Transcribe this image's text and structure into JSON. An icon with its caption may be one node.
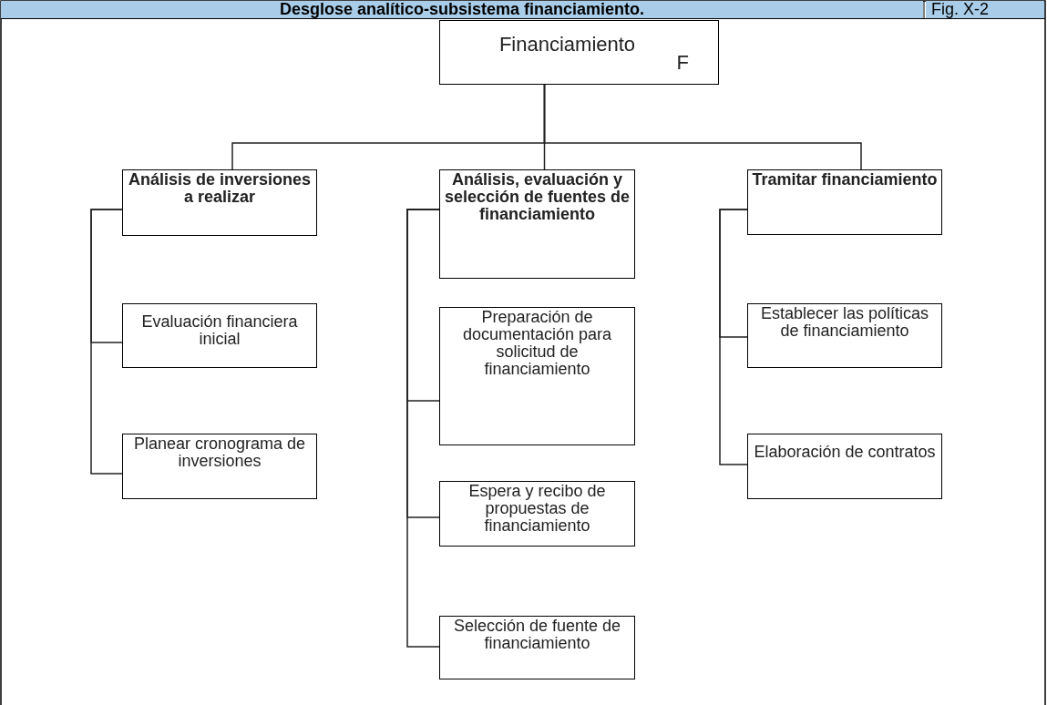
{
  "diagram": {
    "title": "Desglose analítico-subsistema financiamiento.",
    "nodes": [
      {
        "text": [
          "Financiamiento",
          "F"
        ]
      },
      {
        "text": [
          "Análisis de inversiones a realizar"
        ]
      },
      {
        "text": [
          "Evaluación financiera inicial"
        ]
      },
      {
        "text": [
          "Planear cronograma de inversiones"
        ]
      },
      {
        "text": [
          "Análisis, evaluación y selección de fuentes de financiamiento"
        ]
      },
      {
        "text": [
          "Preparación de documentación para solicitud de financiamiento"
        ]
      },
      {
        "text": [
          "Espera y recibo de propuestas de financiamiento"
        ]
      },
      {
        "text": [
          "Selección de fuente de financiamiento"
        ]
      },
      {
        "text": [
          "Tramitar financiamiento"
        ]
      },
      {
        "text": [
          "Establecer las políticas de financiamiento"
        ]
      },
      {
        "text": [
          "Elaboración de contratos"
        ]
      }
    ],
    "edges": [
      {
        "from": 0,
        "to": 1,
        "arrow": "none"
      },
      {
        "from": 0,
        "to": 4,
        "arrow": "none"
      },
      {
        "from": 0,
        "to": 8,
        "arrow": "none"
      },
      {
        "from": 1,
        "to": 2,
        "arrow": "none"
      },
      {
        "from": 1,
        "to": 3,
        "arrow": "none"
      },
      {
        "from": 4,
        "to": 5,
        "arrow": "none"
      },
      {
        "from": 4,
        "to": 6,
        "arrow": "none"
      },
      {
        "from": 4,
        "to": 7,
        "arrow": "none"
      },
      {
        "from": 8,
        "to": 9,
        "arrow": "none"
      },
      {
        "from": 8,
        "to": 10,
        "arrow": "none"
      }
    ],
    "labels": [
      "Fig. X-2"
    ]
  }
}
